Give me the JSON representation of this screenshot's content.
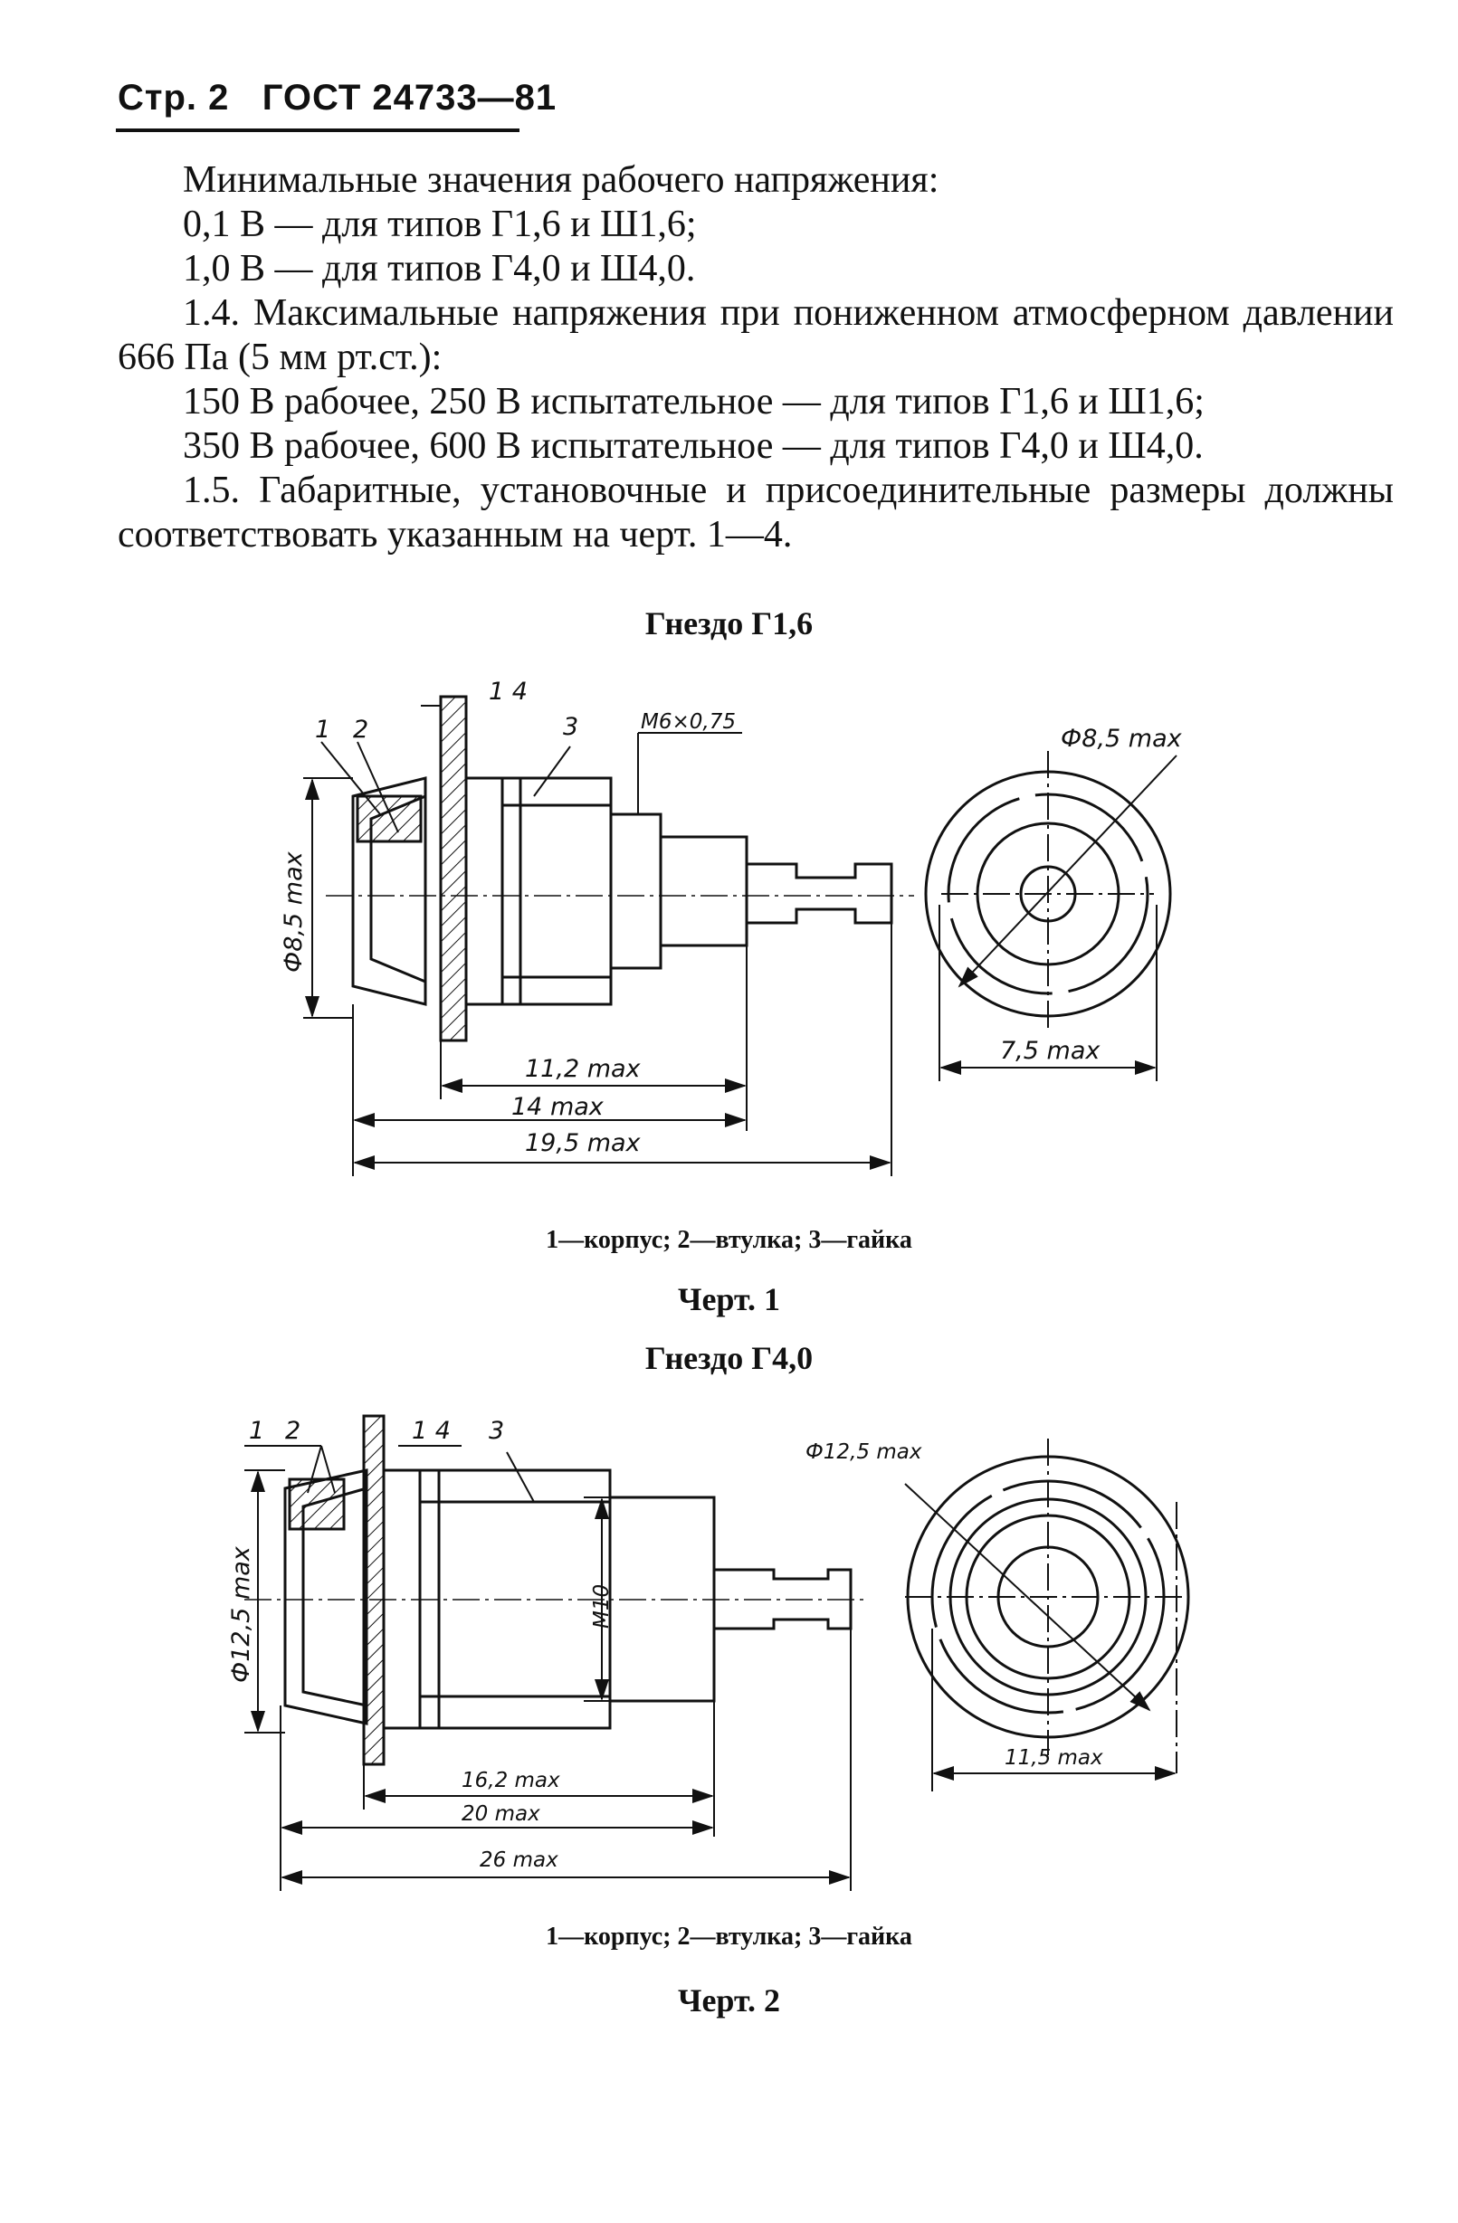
{
  "header": {
    "page": "Стр. 2",
    "code": "ГОСТ 24733—81"
  },
  "paragraphs": [
    "Минимальные значения рабочего напряжения:",
    "0,1 В — для типов Г1,6 и Ш1,6;",
    "1,0 В — для типов Г4,0 и Ш4,0.",
    "1.4. Максимальные напряжения при пониженном атмосферном давлении 666 Па (5 мм рт.ст.):",
    "150 В рабочее, 250 В испытательное — для типов Г1,6 и Ш1,6;",
    "350 В рабочее, 600 В испытательное — для типов Г4,0 и Ш4,0.",
    "1.5. Габаритные, установочные и присоединительные размеры должны соответствовать указанным на черт. 1—4."
  ],
  "figure1": {
    "title": "Гнездо Г1,6",
    "labels": {
      "p1": "1",
      "p2": "2",
      "p14": "1 4",
      "p3": "3",
      "thread": "М6×0,75",
      "dia_side": "Ф8,5 max",
      "dia_end": "Ф8,5 max",
      "width_end": "7,5 max",
      "d1": "11,2 max",
      "d2": "14 max",
      "d3": "19,5 max"
    },
    "legend": "1—корпус; 2—втулка; 3—гайка",
    "caption": "Черт. 1"
  },
  "figure2": {
    "title": "Гнездо Г4,0",
    "labels": {
      "p1": "1",
      "p2": "2",
      "p14": "1 4",
      "p3": "3",
      "thread": "М10",
      "dia_side": "Ф12,5 max",
      "dia_end": "Ф12,5 max",
      "width_end": "11,5 max",
      "d1": "16,2 max",
      "d2": "20 max",
      "d3": "26 max"
    },
    "legend": "1—корпус; 2—втулка; 3—гайка",
    "caption": "Черт. 2"
  }
}
